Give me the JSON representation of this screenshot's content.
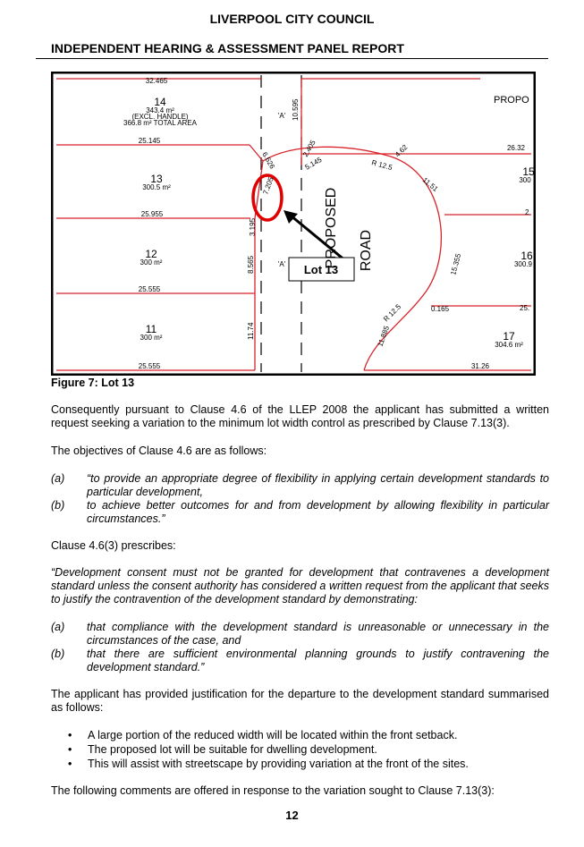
{
  "header": {
    "council": "LIVERPOOL CITY COUNCIL",
    "report": "INDEPENDENT HEARING & ASSESSMENT PANEL REPORT"
  },
  "figure": {
    "caption": "Figure 7: Lot 13",
    "callout": "Lot 13",
    "road_label_1": "PROPOSED",
    "road_label_2": "ROAD",
    "lots": [
      {
        "number": "14",
        "area": "343.4 m²",
        "note1": "(EXCL. HANDLE)",
        "note2": "366.8 m² TOTAL AREA"
      },
      {
        "number": "13",
        "area": "300.5 m²"
      },
      {
        "number": "12",
        "area": "300 m²"
      },
      {
        "number": "11",
        "area": "300 m²"
      },
      {
        "number": "17",
        "area": "304.6 m²"
      },
      {
        "number": "16",
        "area": "300.9"
      },
      {
        "number": "15",
        "area": "300"
      }
    ],
    "dimensions": {
      "d_top": "32.465",
      "d_25145": "25.145",
      "d_25955": "25.955",
      "d_25555a": "25.555",
      "d_25555b": "25.555",
      "d_10595": "10.595",
      "d_A1": "'A'",
      "d_A2": "'A'",
      "d_6626": "6.626",
      "d_7205": "7.205",
      "d_3195": "3.195",
      "d_8565": "8.565",
      "d_1174": "11.74",
      "d_2405": "2.405",
      "d_5145": "5.145",
      "d_r125a": "R 12.5",
      "d_462": "4.62",
      "d_1151": "11.51",
      "d_2632": "26.32",
      "d_15355": "15.355",
      "d_0165": "0.165",
      "d_r125b": "R 12.5",
      "d_11885": "11.885",
      "d_3126": "31.26",
      "d_propo": "PROPO",
      "d_2": "2",
      "d_25": "25."
    }
  },
  "body": {
    "p1": "Consequently pursuant to Clause 4.6 of the LLEP 2008 the applicant has submitted a written request seeking a variation to the minimum lot width control as prescribed by Clause 7.13(3).",
    "p2": "The objectives of Clause 4.6 are as follows:",
    "objectives": [
      {
        "label": "(a)",
        "text": "“to provide an appropriate degree of flexibility in applying certain development standards to particular development,"
      },
      {
        "label": "(b)",
        "text": "to achieve better outcomes for and from development by allowing flexibility in particular circumstances.”"
      }
    ],
    "p3": "Clause 4.6(3) prescribes:",
    "p4": "“Development consent must not be granted for development that contravenes a development standard unless the consent authority has considered a written request from the applicant that seeks to justify the contravention of the development standard by demonstrating:",
    "demonstrating": [
      {
        "label": "(a)",
        "text": "that compliance with the development standard is unreasonable or unnecessary in the circumstances of the case, and"
      },
      {
        "label": "(b)",
        "text": "that there are sufficient environmental planning grounds to justify contravening the development standard.”"
      }
    ],
    "p5": "The applicant has provided justification for the departure to the development standard summarised as follows:",
    "bullets": [
      "A large portion of the reduced width will be located within the front setback.",
      "The proposed lot will be suitable for dwelling development.",
      "This will assist with streetscape by providing variation at the front of the sites."
    ],
    "bullet_char": "•",
    "p6": "The following comments are offered in response to the variation sought to Clause 7.13(3):"
  },
  "page_number": "12"
}
